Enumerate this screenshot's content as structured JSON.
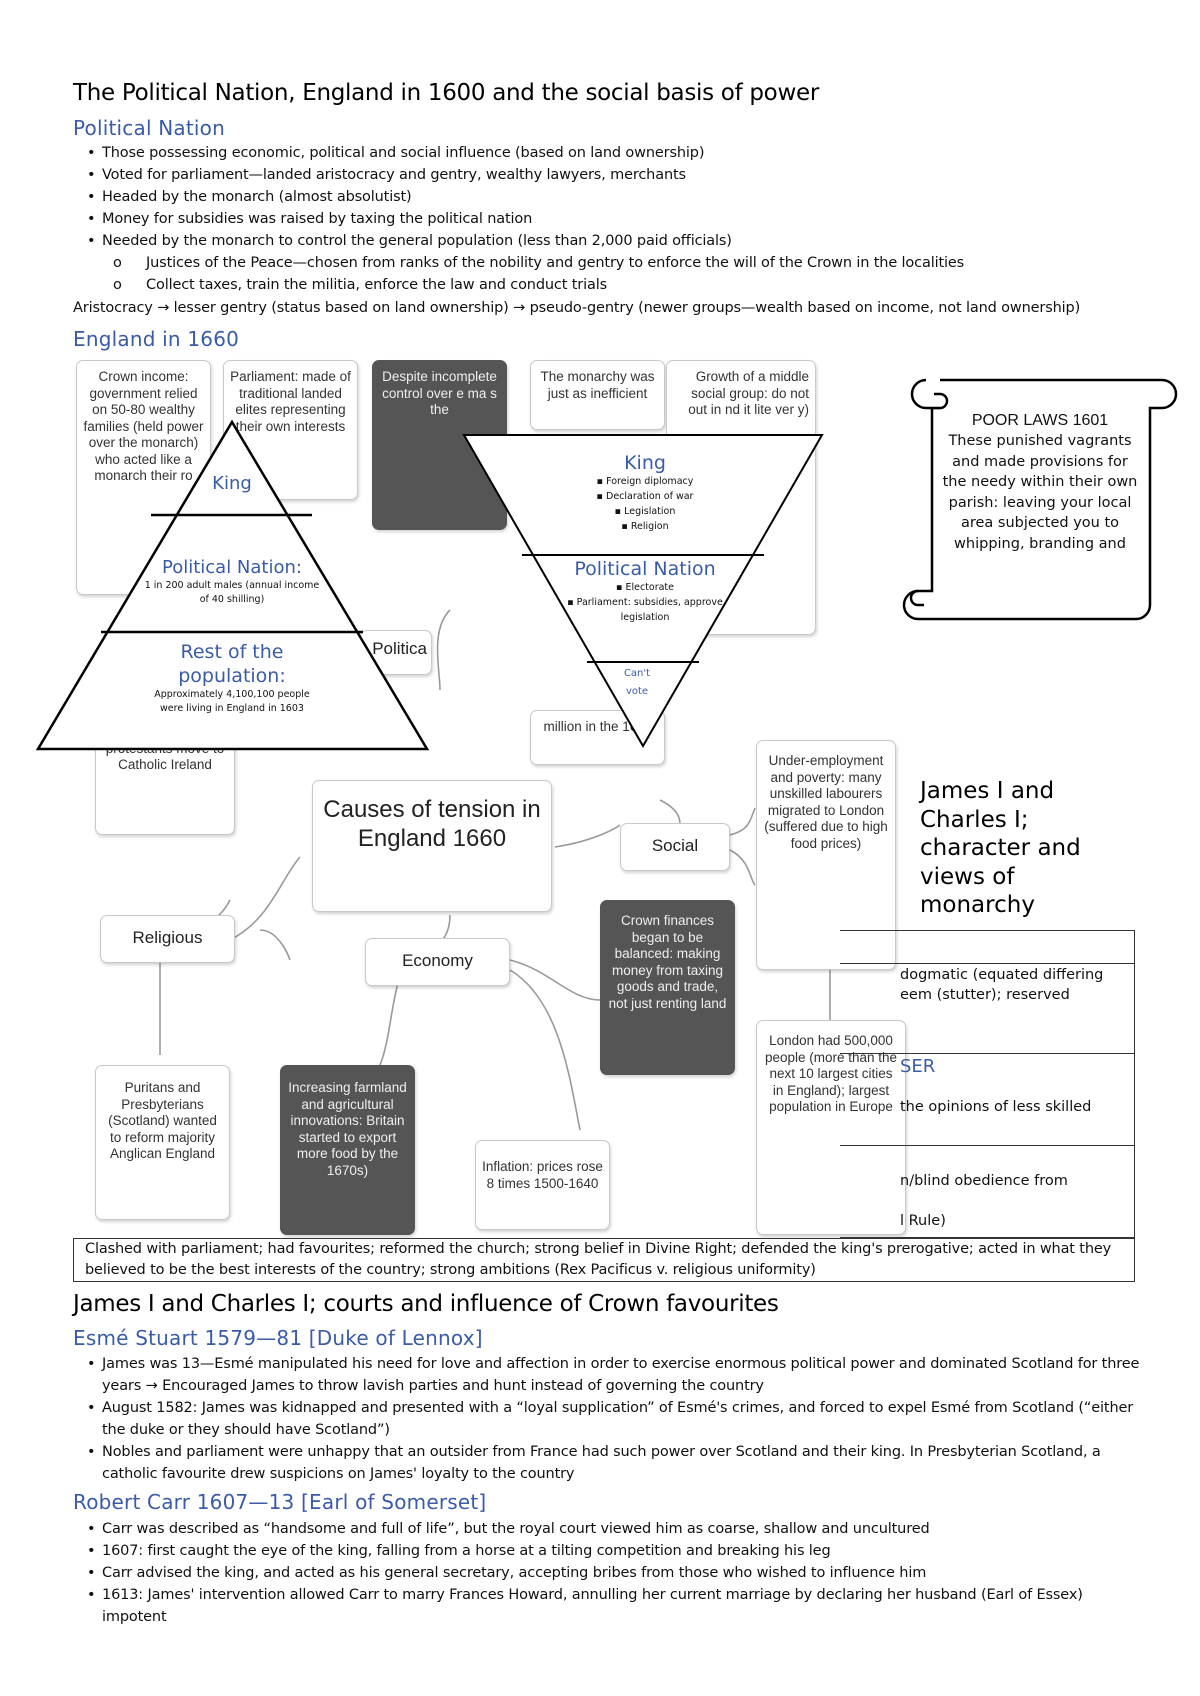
{
  "section1": {
    "title": "The Political Nation, England in 1600 and the social basis of power",
    "subtitle": "Political Nation",
    "bullets": [
      "Those possessing economic, political and social influence (based on land ownership)",
      "Voted for parliament—landed aristocracy and gentry, wealthy lawyers, merchants",
      "Headed by the monarch (almost absolutist)",
      "Money for subsidies was raised by taxing the political nation",
      "Needed by the monarch to control the general population (less than 2,000 paid officials)"
    ],
    "subbullets": [
      "Justices of the Peace—chosen from ranks of the nobility and gentry to enforce the will of the Crown in the localities",
      "Collect taxes, train the militia, enforce the law and conduct trials"
    ],
    "chain": "Aristocracy → lesser gentry (status based on land ownership) → pseudo-gentry (newer groups—wealth based on income, not land ownership)"
  },
  "section2": {
    "subtitle": "England in 1660",
    "mindmap": {
      "crown_income": "Crown income: government relied on 50-80 wealthy families (held power over the monarch) who acted like a monarch their ro",
      "parliament": "Parliament: made of traditional landed elites representing their own interests",
      "despite": "Despite incomplete control over e ma s the",
      "monarchy": "The monarchy was just as inefficient",
      "middle": "Growth of a middle social group: do not out in nd it lite ver y)",
      "political_fragment": "Politica",
      "million": "million in the 160s",
      "ireland": "of James I, protestants move to Catholic Ireland",
      "center": "Causes of tension in England 1660",
      "social": "Social",
      "under": "Under-employment and poverty: many unskilled labourers migrated to London (suffered due to high food prices)",
      "religious": "Religious",
      "economy": "Economy",
      "crown_fin": "Crown finances began to be balanced: making money from taxing goods and trade, not just renting land",
      "puritans": "Puritans and Presbyterians (Scotland) wanted to reform majority Anglican England",
      "farm": "Increasing farmland and agricultural innovations: Britain started to export more food by the 1670s)",
      "inflation": "Inflation: prices rose 8 times 1500-1640",
      "london": "London had 500,000 people (more than the next 10 largest cities in England); largest population in Europe"
    },
    "pyramid": {
      "king": "King",
      "pn_title": "Political Nation:",
      "pn_desc": "1 in 200 adult males (annual income of 40 shilling)",
      "rest_title": "Rest of the population:",
      "rest_desc": "Approximately 4,100,100 people were living in England in 1603"
    },
    "inverted": {
      "king": "King",
      "king_items": [
        "Foreign diplomacy",
        "Declaration of war",
        "Legislation",
        "Religion"
      ],
      "pn_title": "Political Nation",
      "pn_items": [
        "Electorate",
        "Parliament: subsidies, approve legislation"
      ],
      "cant": "Can't vote"
    },
    "poor_laws": {
      "title": "POOR LAWS 1601",
      "body": "These punished vagrants and made provisions for the needy within their own parish: leaving your local area subjected you to whipping, branding and"
    },
    "jc_heading": "James I and Charles I; character and views of monarchy",
    "table_fragments": [
      "dogmatic (equated differing",
      "eem (stutter); reserved",
      "SER",
      "the opinions of less skilled",
      "n/blind obedience from",
      "l Rule)"
    ],
    "table_last": "Clashed with parliament; had favourites; reformed the church; strong belief in Divine Right; defended the king's prerogative; acted in what they believed to be the best interests of the country; strong ambitions (Rex Pacificus v. religious uniformity)"
  },
  "section3": {
    "title": "James I and Charles I; courts and influence of Crown favourites",
    "esme_title": "Esmé Stuart 1579—81 [Duke of Lennox]",
    "esme_bullets": [
      "James was 13—Esmé manipulated his need for love and affection in order to exercise enormous political power and dominated Scotland for three years → Encouraged James to throw lavish parties and hunt instead of governing the country",
      "August 1582: James was kidnapped and presented with a “loyal supplication” of Esmé's crimes, and forced to expel Esmé from Scotland (“either the duke or they should have Scotland”)",
      "Nobles and parliament were unhappy that an outsider from France had such power over Scotland and their king. In Presbyterian Scotland, a catholic favourite drew suspicions on James' loyalty to the country"
    ],
    "carr_title": "Robert Carr 1607—13 [Earl of Somerset]",
    "carr_bullets": [
      "Carr was described as “handsome and full of life”, but the royal court viewed him as coarse, shallow and uncultured",
      "1607: first caught the eye of the king, falling from a horse at a tilting competition and breaking his leg",
      "Carr advised the king, and acted as his general secretary, accepting bribes from those who wished to influence him",
      "1613: James' intervention allowed Carr to marry Frances Howard, annulling her current marriage by declaring her husband (Earl of Essex) impotent"
    ]
  }
}
